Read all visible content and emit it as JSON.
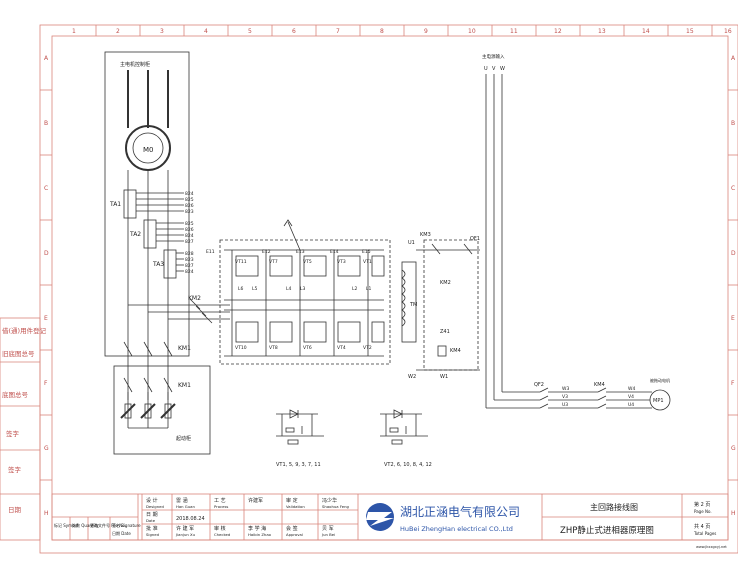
{
  "grid": {
    "cols": [
      "1",
      "2",
      "3",
      "4",
      "5",
      "6",
      "7",
      "8",
      "9",
      "10",
      "11",
      "12",
      "13",
      "14",
      "15",
      "16"
    ],
    "rows": [
      "A",
      "B",
      "C",
      "D",
      "E",
      "F",
      "G",
      "H"
    ]
  },
  "left_stamps": [
    "借(通)用件登记",
    "旧底图总号",
    "底图总号",
    "签字",
    "日期"
  ],
  "motor_block": {
    "panel_title": "主电机控制柜",
    "motor_label": "M0",
    "ct1": "TA1",
    "ct2": "TA2",
    "ct3": "TA3",
    "terminals": [
      "824",
      "825",
      "826",
      "823",
      "825",
      "826",
      "824",
      "827",
      "828",
      "823",
      "827",
      "824"
    ],
    "km2": "KM2",
    "km1": "KM1",
    "km1_box": "KM1",
    "starter_label": "起动柜"
  },
  "thyristor": {
    "top_row": [
      "VT11",
      "VT7",
      "VT5",
      "VT3",
      "VT1"
    ],
    "bottom_row": [
      "VT10",
      "VT8",
      "VT6",
      "VT4",
      "VT2"
    ],
    "mid_labels": [
      "L6",
      "L5",
      "L4",
      "L3",
      "L2",
      "L1"
    ],
    "side_tags": [
      "E11",
      "E12",
      "E13",
      "E14",
      "E15"
    ],
    "caption_left": "VT1, 5, 9, 3, 7, 11",
    "caption_right": "VT2, 6, 10, 8, 4, 12"
  },
  "transformer": {
    "u1": "U1",
    "km3": "KM3",
    "qf1": "QF1",
    "tm": "TM",
    "km2": "KM2",
    "z41": "Z41",
    "km4": "KM4",
    "w2": "W2",
    "w1": "W1"
  },
  "supply": {
    "title": "主电源输入",
    "phases": [
      "U",
      "V",
      "W"
    ]
  },
  "output": {
    "qf2": "QF2",
    "km4": "KM4",
    "wires_a": [
      "W3",
      "V3",
      "U3"
    ],
    "wires_b": [
      "W4",
      "V4",
      "U4"
    ],
    "motor_title": "被拖动电机",
    "motor": "MP1"
  },
  "title_block": {
    "roles_zh": [
      "设 计",
      "审 核",
      "会 签"
    ],
    "roles_en": [
      "Designed",
      "Checked",
      "Approval"
    ],
    "names_zh": [
      "雷 涵",
      "李 学 海",
      "许 建 军"
    ],
    "names_en": [
      "Han Guan",
      "Haibin Zhao",
      "Jianjun Xu"
    ],
    "col3_zh": [
      "工 艺",
      "日 期"
    ],
    "col3_en": [
      "Process",
      "Date"
    ],
    "col4": [
      "许建军",
      "2018.08.24"
    ],
    "col5_zh": [
      "审 定",
      "批 准"
    ],
    "col5_en": [
      "Validation",
      "Signed"
    ],
    "col6_zh": [
      "冯少华",
      "贝 军"
    ],
    "col6_en": [
      "Shaohua Feng",
      "Jun Bei"
    ],
    "revision_heads": [
      "标记 Symbol",
      "处数 Quantity",
      "更改文件号 File No.",
      "签名 Signature",
      "日期 Date"
    ],
    "company_zh": "湖北正涵电气有限公司",
    "company_en": "HuBei ZhengHan electrical CO.,Ltd",
    "drawing_title_1": "主回路接线图",
    "drawing_title_2": "ZHP静止式进相器原理图",
    "page_zh": "第 2 页",
    "page_en": "Page No.",
    "total_zh": "共 4 页",
    "total_en": "Total Pages"
  },
  "watermark": "www.jkxxgxyj.net"
}
